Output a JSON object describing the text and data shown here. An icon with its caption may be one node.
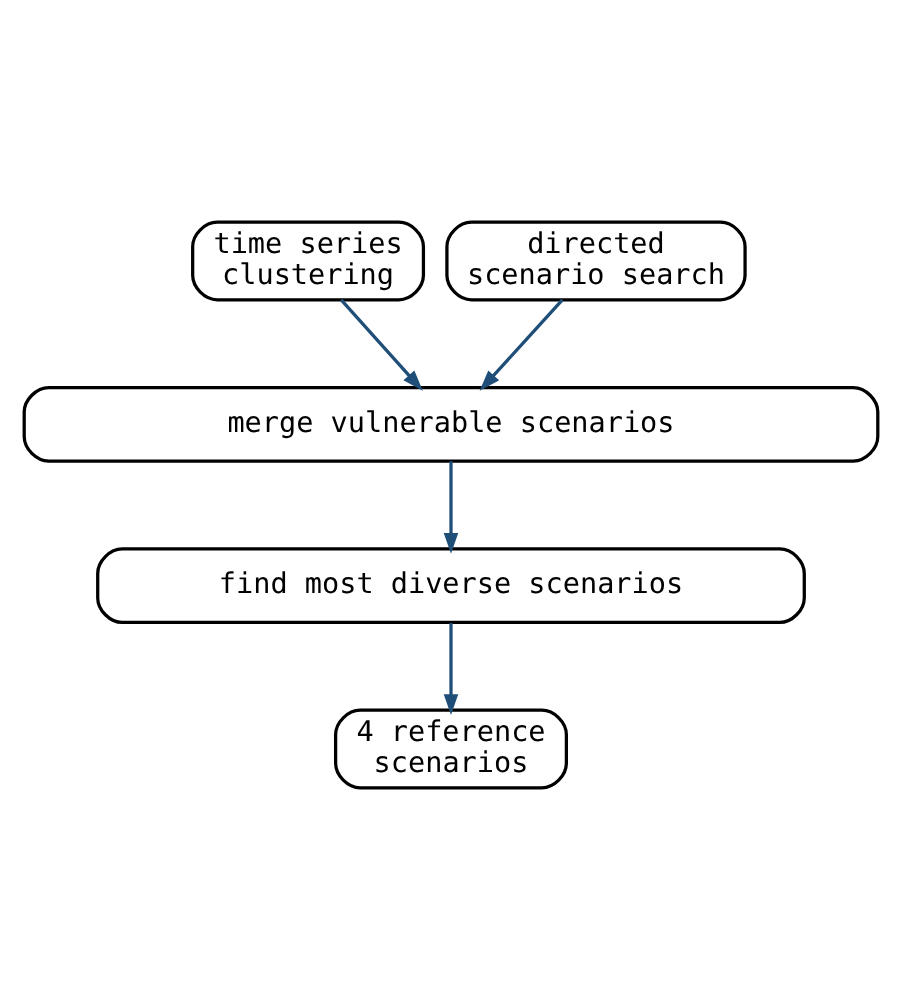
{
  "diagram": {
    "nodes": [
      {
        "text": [
          "time series clustering"
        ]
      },
      {
        "text": [
          "directed scenario search"
        ]
      },
      {
        "text": [
          "merge vulnerable scenarios"
        ]
      },
      {
        "text": [
          "find most diverse scenarios"
        ]
      },
      {
        "text": [
          "4 reference scenarios"
        ]
      }
    ],
    "edges": [
      {
        "from": 0,
        "to": 2,
        "arrow": "to"
      },
      {
        "from": 1,
        "to": 2,
        "arrow": "to"
      },
      {
        "from": 2,
        "to": 3,
        "arrow": "to"
      },
      {
        "from": 3,
        "to": 4,
        "arrow": "to"
      }
    ]
  }
}
